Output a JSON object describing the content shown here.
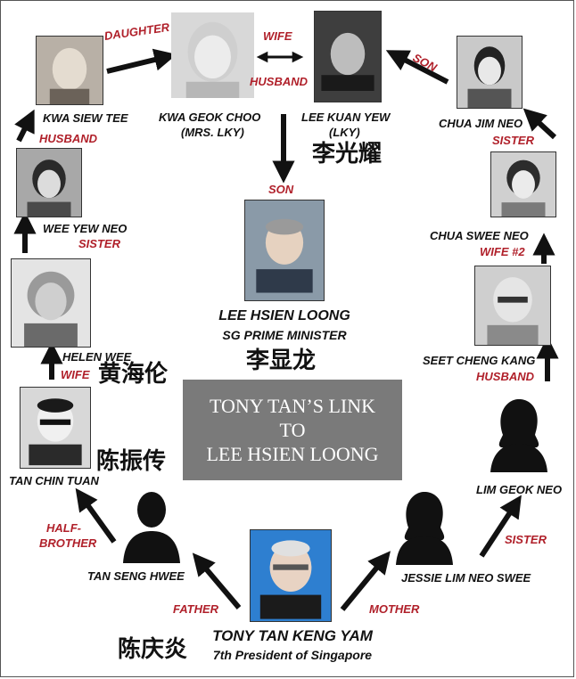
{
  "title": {
    "line1": "TONY TAN’S LINK",
    "line2": "TO",
    "line3": "LEE HSIEN LOONG"
  },
  "people": {
    "kwa_siew_tee": {
      "name": "KWA SIEW TEE",
      "relation": "HUSBAND"
    },
    "kwa_geok_choo": {
      "name": "KWA GEOK CHOO",
      "note": "(MRS. LKY)"
    },
    "lee_kuan_yew": {
      "name": "LEE KUAN YEW",
      "note": "(LKY)",
      "chinese": "李光耀"
    },
    "chua_jim_neo": {
      "name": "CHUA JIM NEO",
      "relation": "SISTER"
    },
    "wee_yew_neo": {
      "name": "WEE YEW NEO",
      "relation": "SISTER"
    },
    "chua_swee_neo": {
      "name": "CHUA SWEE NEO",
      "relation": "WIFE #2"
    },
    "lee_hsien_loong": {
      "name": "LEE HSIEN LOONG",
      "title": "SG PRIME MINISTER",
      "chinese": "李显龙"
    },
    "helen_wee": {
      "name": "HELEN WEE",
      "relation": "WIFE",
      "chinese": "黄海伦"
    },
    "seet_cheng_kang": {
      "name": "SEET CHENG KANG",
      "relation": "HUSBAND"
    },
    "tan_chin_tuan": {
      "name": "TAN CHIN TUAN",
      "chinese": "陈振传"
    },
    "lim_geok_neo": {
      "name": "LIM GEOK NEO"
    },
    "tan_seng_hwee": {
      "name": "TAN SENG HWEE"
    },
    "jessie_lim_neo_swee": {
      "name": "JESSIE LIM NEO SWEE"
    },
    "tony_tan": {
      "name": "TONY TAN KENG YAM",
      "title": "7th President of Singapore",
      "chinese": "陈庆炎"
    }
  },
  "relations": {
    "daughter": "DAUGHTER",
    "wife": "WIFE",
    "husband": "HUSBAND",
    "son_top": "SON",
    "son_center": "SON",
    "sister": "SISTER",
    "half_brother_1": "HALF-",
    "half_brother_2": "BROTHER",
    "father": "FATHER",
    "mother": "MOTHER"
  },
  "colors": {
    "relation_red": "#b0202a",
    "title_box": "#7a7a7a",
    "text": "#111111",
    "arrow": "#111111"
  },
  "icons": {
    "photos": [
      "portrait-photo"
    ],
    "silhouettes": [
      "person-silhouette-icon"
    ],
    "double_arrow": "double-arrow-icon"
  }
}
